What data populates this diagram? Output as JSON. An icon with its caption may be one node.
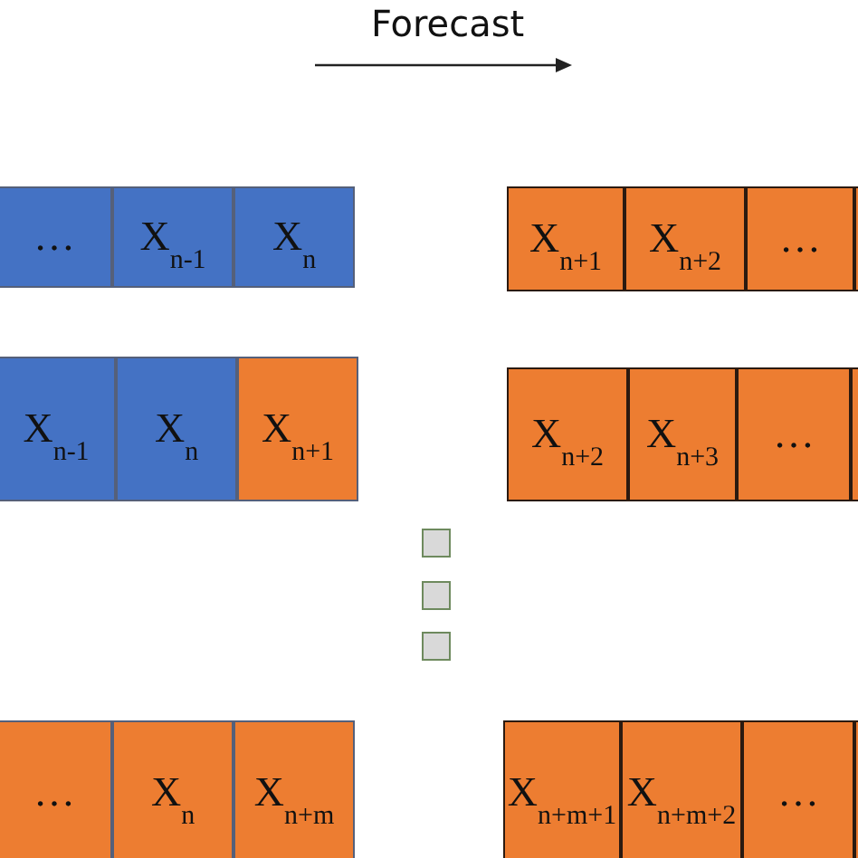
{
  "diagram": {
    "title": "Forecast",
    "nodes": [
      {
        "text": [
          "…"
        ]
      },
      {
        "text": [
          "X$_{n-1}$"
        ]
      },
      {
        "text": [
          "X$_{n}$"
        ]
      },
      {
        "text": [
          "X$_{n+1}$"
        ]
      },
      {
        "text": [
          "X$_{n+2}$"
        ]
      },
      {
        "text": [
          "…"
        ]
      },
      {
        "text": [],
        "shape": "box"
      },
      {
        "text": [
          "X$_{n-1}$"
        ]
      },
      {
        "text": [
          "X$_{n}$"
        ]
      },
      {
        "text": [
          "X$_{n+1}$"
        ]
      },
      {
        "text": [
          "X$_{n+2}$"
        ]
      },
      {
        "text": [
          "X$_{n+3}$"
        ]
      },
      {
        "text": [
          "…"
        ]
      },
      {
        "text": [],
        "shape": "box"
      },
      {
        "text": [],
        "shape": "box"
      },
      {
        "text": [],
        "shape": "box"
      },
      {
        "text": [],
        "shape": "box"
      },
      {
        "text": [
          "…"
        ]
      },
      {
        "text": [
          "X$_{n}$"
        ]
      },
      {
        "text": [
          "X$_{n+m}$"
        ]
      },
      {
        "text": [
          "X$_{n+m+1}$"
        ]
      },
      {
        "text": [
          "X$_{n+m+2}$"
        ]
      },
      {
        "text": [
          "…"
        ]
      },
      {
        "text": [],
        "shape": "box"
      }
    ]
  }
}
